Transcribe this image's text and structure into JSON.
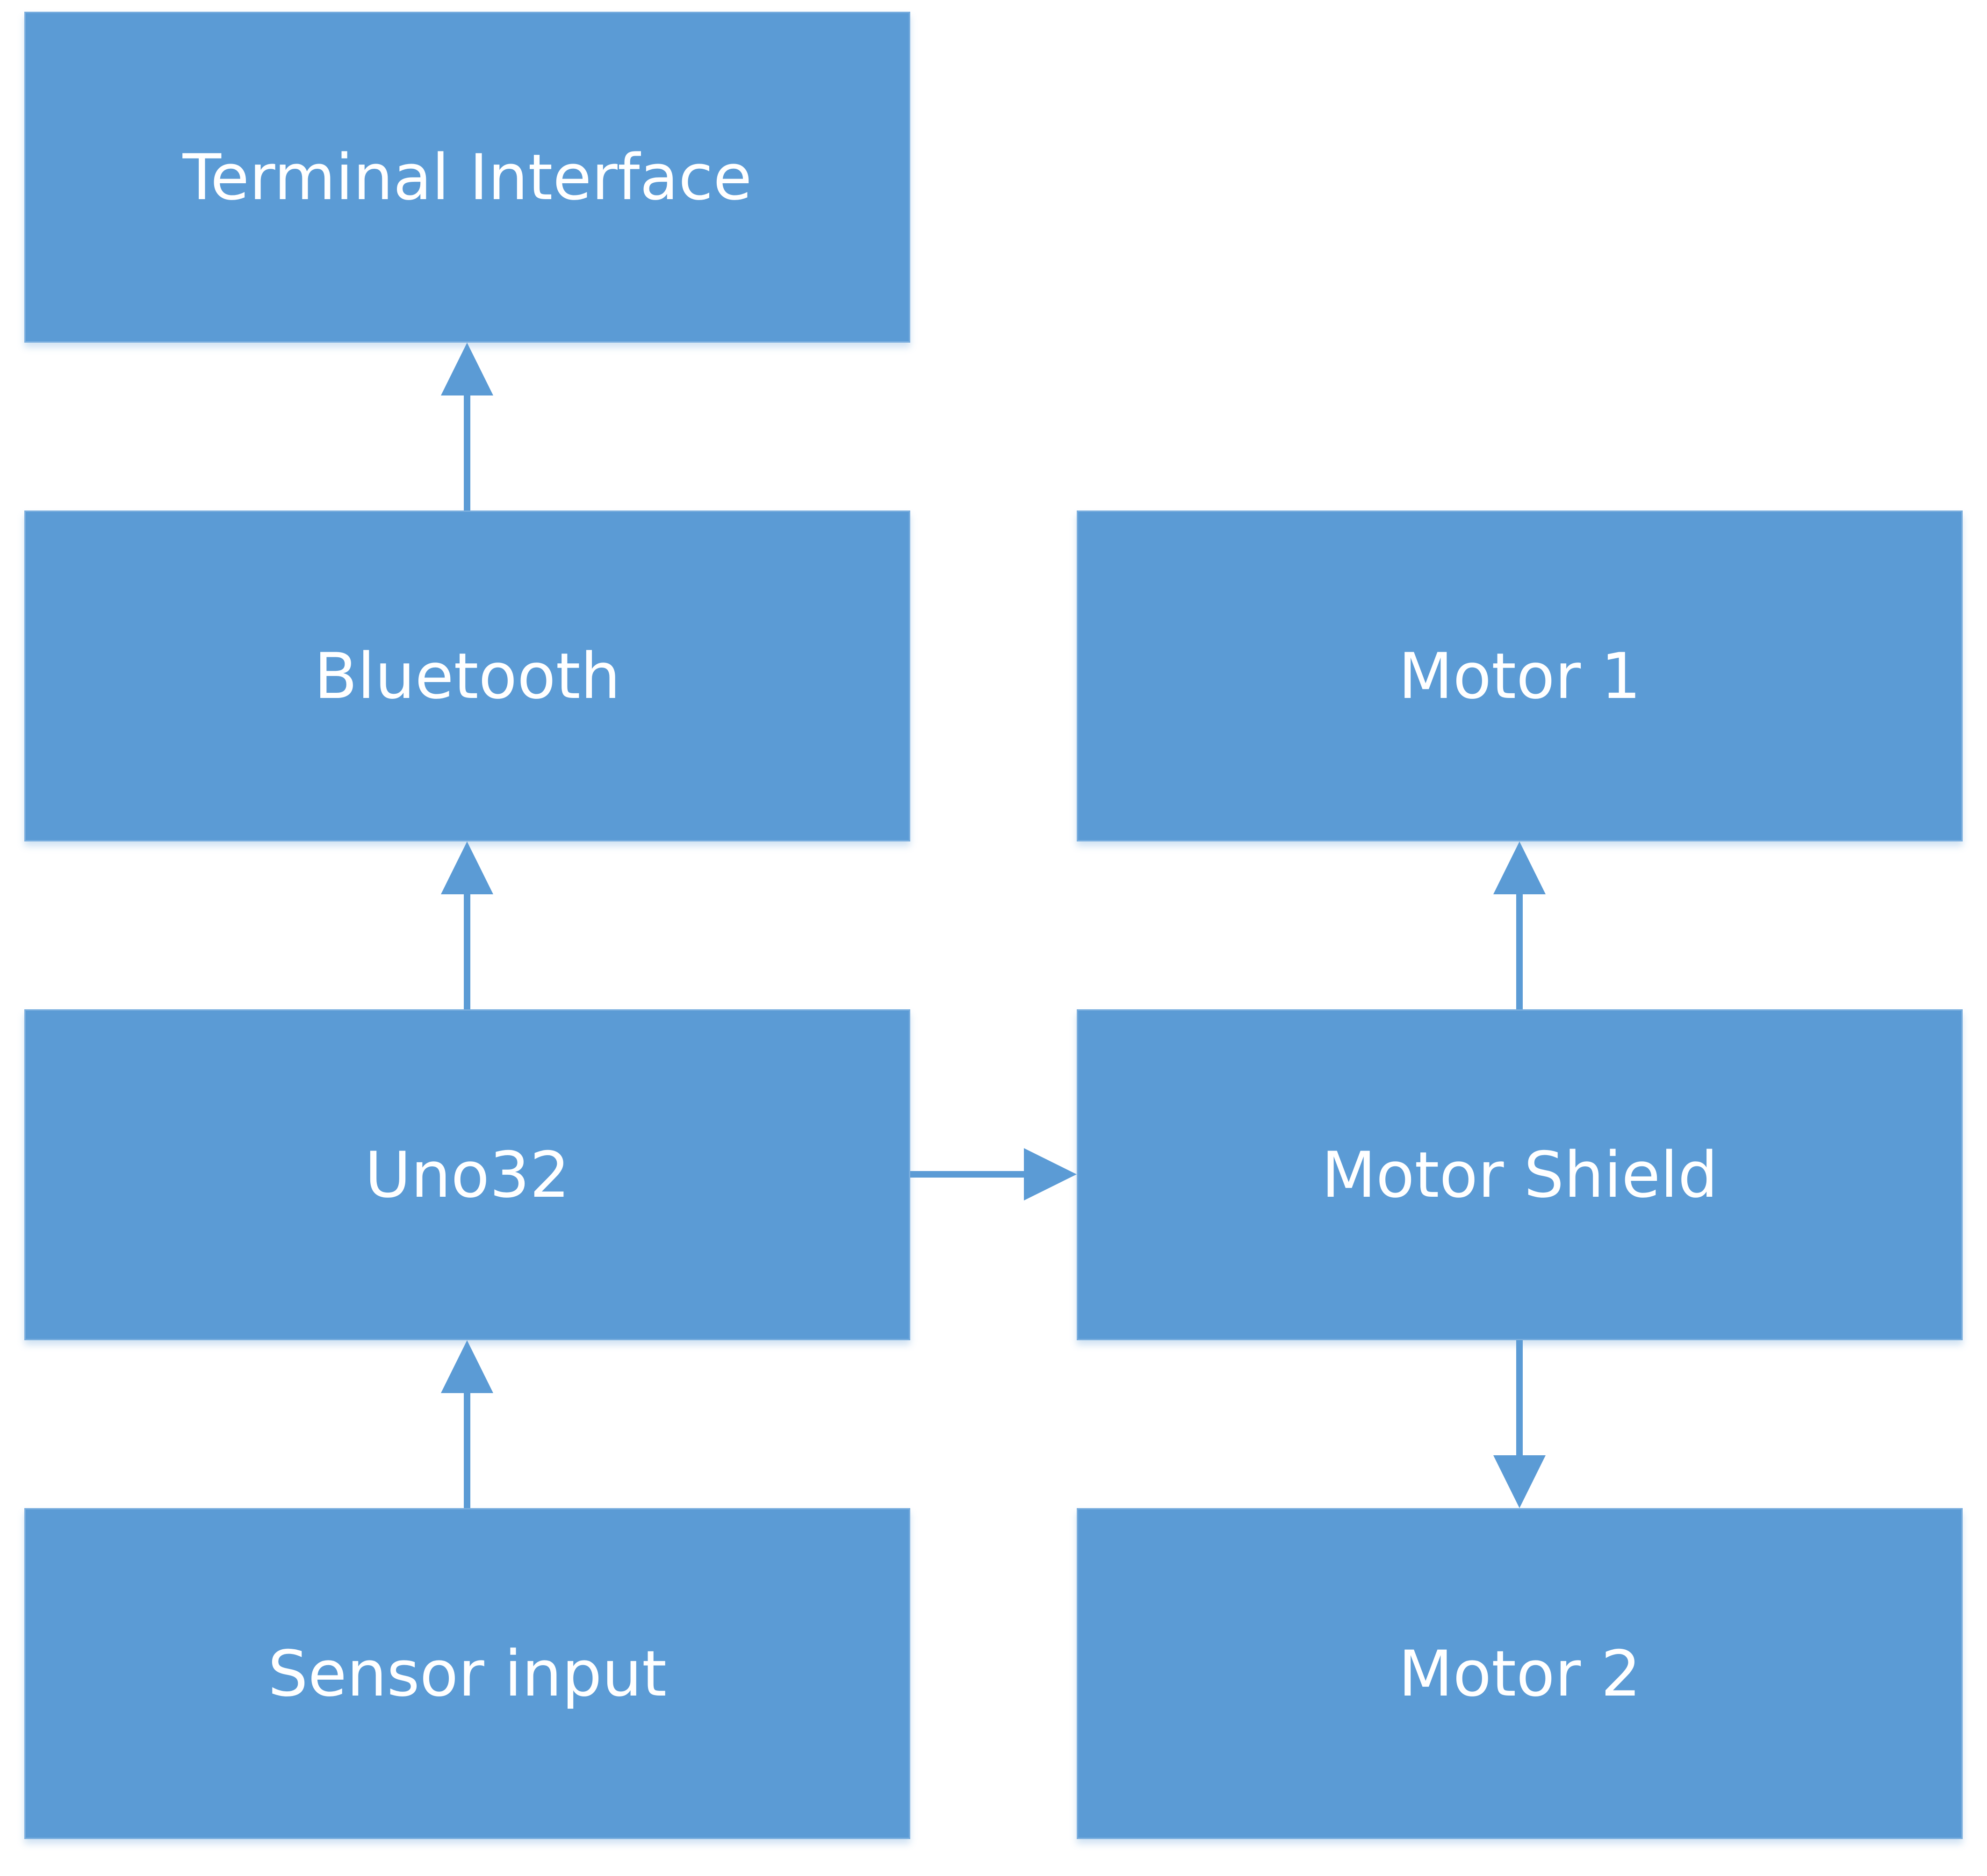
{
  "diagram": {
    "blocks": {
      "terminal_interface": "Terminal Interface",
      "bluetooth": "Bluetooth",
      "uno32": "Uno32",
      "sensor_input": "Sensor input",
      "motor_1": "Motor 1",
      "motor_shield": "Motor Shield",
      "motor_2": "Motor 2"
    },
    "connections": [
      {
        "from": "Sensor input",
        "to": "Uno32"
      },
      {
        "from": "Uno32",
        "to": "Bluetooth"
      },
      {
        "from": "Bluetooth",
        "to": "Terminal Interface"
      },
      {
        "from": "Uno32",
        "to": "Motor Shield"
      },
      {
        "from": "Motor Shield",
        "to": "Motor 1"
      },
      {
        "from": "Motor Shield",
        "to": "Motor 2"
      }
    ],
    "colors": {
      "block_fill": "#5b9bd5",
      "block_text": "#ffffff",
      "arrow": "#5b9bd5"
    }
  }
}
